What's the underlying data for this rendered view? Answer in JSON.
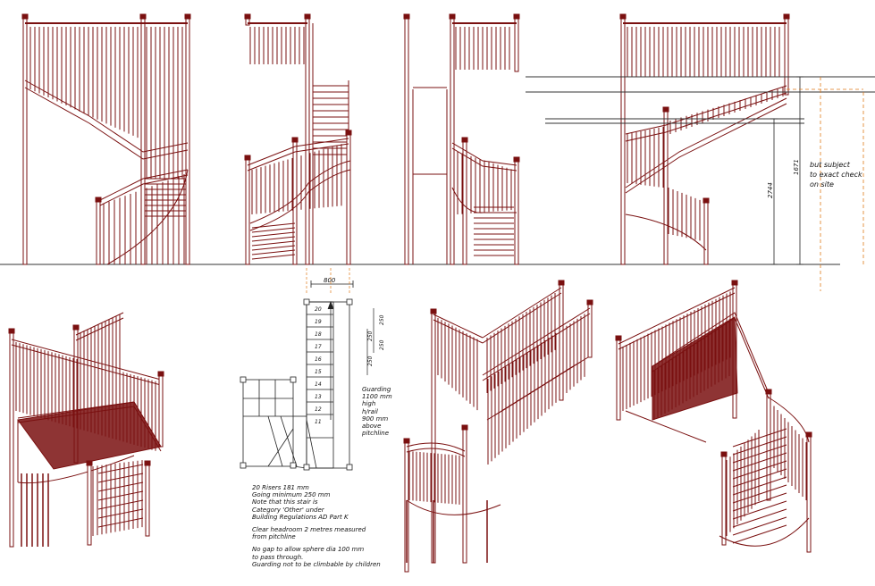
{
  "colors": {
    "ink": "#7a1010",
    "dimension": "#222222",
    "guide": "#e07a1a",
    "text": "#111111"
  },
  "dimensions": {
    "stair_width": "800",
    "going_top": "250",
    "going_mid": "250",
    "going_low": "250",
    "going_side": "250",
    "rise_a": "2744",
    "rise_b": "1671"
  },
  "callouts": {
    "subject_note": [
      "but subject",
      "to exact check",
      "on site"
    ]
  },
  "plan": {
    "tread_numbers": [
      "20",
      "19",
      "18",
      "17",
      "16",
      "15",
      "14",
      "13",
      "12",
      "11"
    ]
  },
  "notes": {
    "guarding": [
      "Guarding",
      "1100 mm",
      "high",
      "h/rail",
      "900 mm",
      "above",
      "pitchline"
    ],
    "spec": [
      "20 Risers 181 mm",
      "Going minimum 250 mm",
      "Note that this stair is",
      "Category 'Other' under",
      "Building Regulations AD Part K",
      "",
      "Clear headroom 2 metres measured",
      "from pitchline",
      "",
      "No gap to allow sphere dia 100 mm",
      "to pass through.",
      "Guarding not to be climbable by children"
    ]
  }
}
